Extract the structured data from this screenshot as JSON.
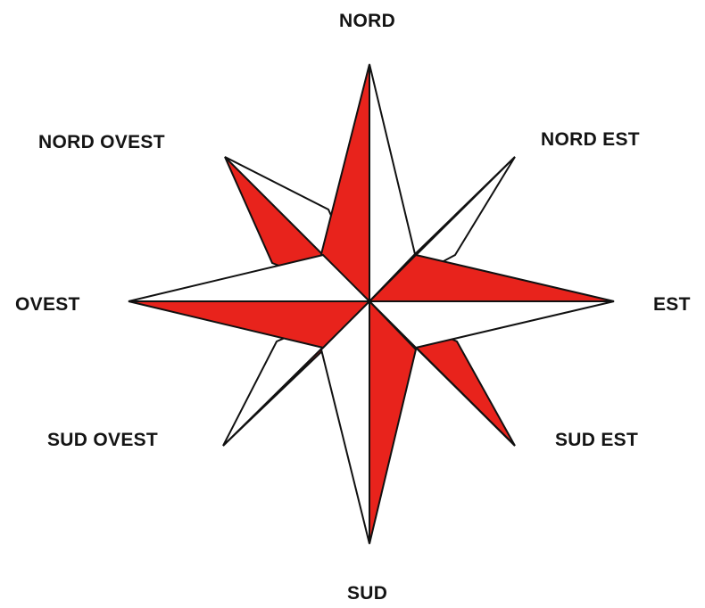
{
  "labels": {
    "north": "NORD",
    "north_east": "NORD EST",
    "east": "EST",
    "south_east": "SUD EST",
    "south": "SUD",
    "south_west": "SUD OVEST",
    "west": "OVEST",
    "north_west": "NORD OVEST"
  },
  "colors": {
    "fill_accent": "#e8231c",
    "fill_plain": "#ffffff",
    "stroke": "#111111"
  }
}
